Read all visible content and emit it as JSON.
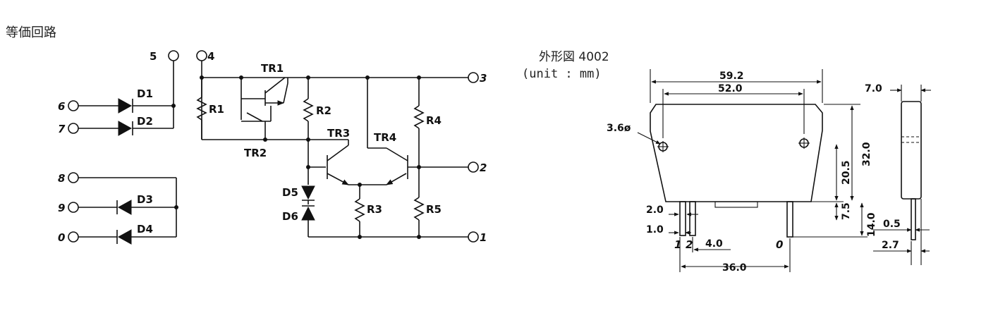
{
  "circuit": {
    "title": "等価回路",
    "terminals": {
      "t5": "5",
      "t4": "4",
      "t3": "3",
      "t2": "2",
      "t1": "1",
      "t6": "6",
      "t7": "7",
      "t8": "8",
      "t9": "9",
      "t0": "0"
    },
    "parts": {
      "d1": "D1",
      "d2": "D2",
      "d3": "D3",
      "d4": "D4",
      "d5": "D5",
      "d6": "D6",
      "tr1": "TR1",
      "tr2": "TR2",
      "tr3": "TR3",
      "tr4": "TR4",
      "r1": "R1",
      "r2": "R2",
      "r3": "R3",
      "r4": "R4",
      "r5": "R5"
    }
  },
  "outline": {
    "heading": "外形図 4002",
    "unit": "(unit : mm)",
    "dims": {
      "w_overall": "59.2",
      "w_holes": "52.0",
      "hole": "3.6ø",
      "h_overall": "32.0",
      "h_hole": "20.5",
      "pin_a": "7.5",
      "pin_b": "14.0",
      "pin_w": "2.0",
      "pin_t": "1.0",
      "pin_pitch": "4.0",
      "pin_span": "36.0",
      "depth": "7.0",
      "lead_t": "0.5",
      "lead_off": "2.7"
    },
    "pin_marks": {
      "first": "1",
      "second": "2",
      "last": "0"
    }
  }
}
